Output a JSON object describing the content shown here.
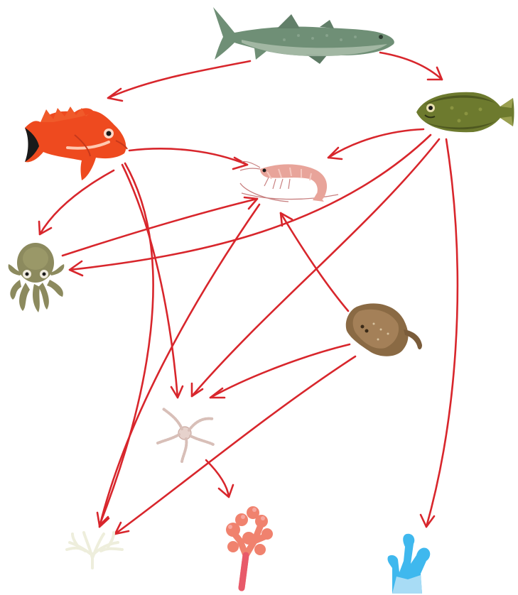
{
  "diagram": {
    "type": "food-web",
    "arrow_color": "#d8262c",
    "background": "#ffffff",
    "nodes": [
      {
        "id": "shark",
        "icon": "greenland-shark-icon",
        "color": "#6f8f76"
      },
      {
        "id": "flatfish",
        "icon": "flatfish-icon",
        "color": "#6d7a2e"
      },
      {
        "id": "redfish",
        "icon": "redfish-icon",
        "color": "#ee4a1f"
      },
      {
        "id": "shrimp",
        "icon": "shrimp-icon",
        "color": "#e8a49a"
      },
      {
        "id": "octopus",
        "icon": "octopus-icon",
        "color": "#8c8a5e"
      },
      {
        "id": "skate",
        "icon": "skate-ray-icon",
        "color": "#8a6a44"
      },
      {
        "id": "brittle-star",
        "icon": "brittle-star-icon",
        "color": "#d8bfb8"
      },
      {
        "id": "sponge",
        "icon": "sponge-icon",
        "color": "#eeeedc"
      },
      {
        "id": "red-coral",
        "icon": "red-coral-icon",
        "color": "#f0826e"
      },
      {
        "id": "blue-coral",
        "icon": "blue-coral-icon",
        "color": "#3fb8ee"
      }
    ],
    "edges": [
      {
        "from": "shark",
        "to": "redfish"
      },
      {
        "from": "shark",
        "to": "flatfish"
      },
      {
        "from": "redfish",
        "to": "shrimp"
      },
      {
        "from": "redfish",
        "to": "octopus"
      },
      {
        "from": "redfish",
        "to": "brittle-star"
      },
      {
        "from": "flatfish",
        "to": "shrimp"
      },
      {
        "from": "flatfish",
        "to": "octopus"
      },
      {
        "from": "flatfish",
        "to": "brittle-star"
      },
      {
        "from": "flatfish",
        "to": "blue-coral"
      },
      {
        "from": "octopus",
        "to": "shrimp"
      },
      {
        "from": "shrimp",
        "to": "sponge"
      },
      {
        "from": "skate",
        "to": "shrimp"
      },
      {
        "from": "skate",
        "to": "brittle-star"
      },
      {
        "from": "skate",
        "to": "sponge"
      },
      {
        "from": "brittle-star",
        "to": "red-coral"
      }
    ]
  }
}
